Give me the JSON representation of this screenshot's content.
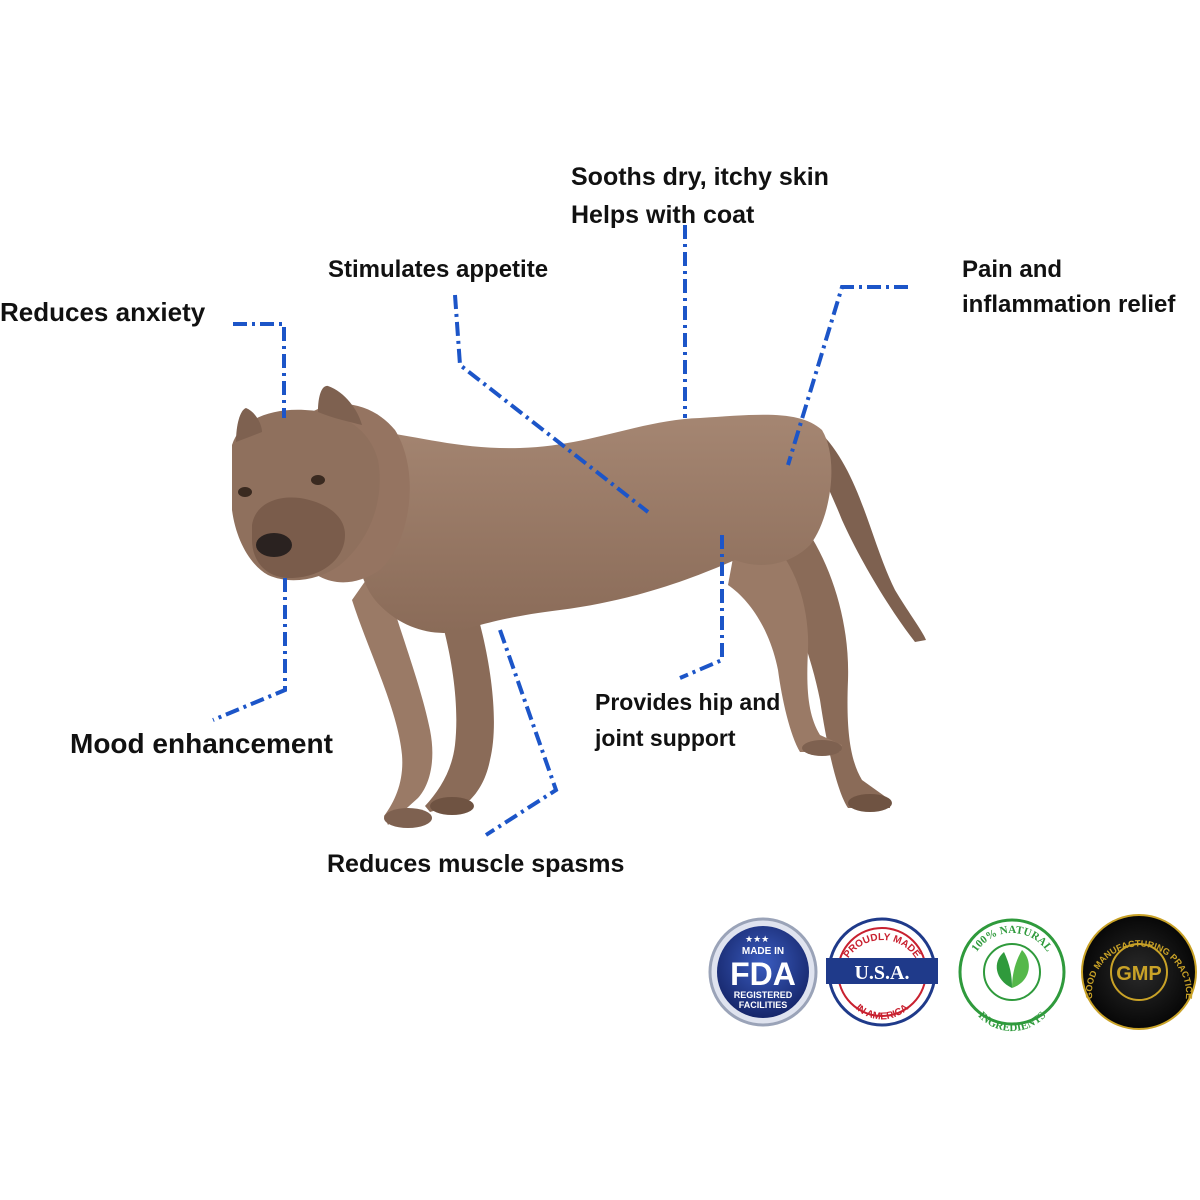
{
  "colors": {
    "leader_line": "#1c55c8",
    "text": "#111111",
    "dog_body": "#9a7a66",
    "dog_shadow": "#7e6150",
    "fda_blue": "#1f3a8a",
    "usa_red": "#c8202f",
    "natural_green": "#2f9a3c",
    "gmp_gold": "#c9a227"
  },
  "dog": {
    "icon": "dog-illustration"
  },
  "callouts": [
    {
      "id": "reduces-anxiety",
      "lines": [
        "Reduces anxiety"
      ]
    },
    {
      "id": "stimulates-appetite",
      "lines": [
        "Stimulates appetite"
      ]
    },
    {
      "id": "skin-coat",
      "lines": [
        "Sooths dry, itchy skin",
        "Helps with coat"
      ]
    },
    {
      "id": "pain-relief",
      "lines": [
        "Pain and",
        "inflammation relief"
      ]
    },
    {
      "id": "mood-enhancement",
      "lines": [
        "Mood enhancement"
      ]
    },
    {
      "id": "hip-joint",
      "lines": [
        "Provides hip and",
        "joint support"
      ]
    },
    {
      "id": "muscle-spasms",
      "lines": [
        "Reduces muscle spasms"
      ]
    }
  ],
  "badges": {
    "fda": {
      "icon": "fda-badge",
      "top": "MADE IN",
      "main": "FDA",
      "bottom1": "REGISTERED",
      "bottom2": "FACILITIES"
    },
    "usa": {
      "icon": "usa-badge",
      "top": "PROUDLY MADE",
      "main": "U.S.A.",
      "bottom": "IN AMERICA"
    },
    "natural": {
      "icon": "natural-badge",
      "top": "100% NATURAL",
      "bottom": "INGREDIENTS"
    },
    "gmp": {
      "icon": "gmp-badge",
      "ring": "GOOD MANUFACTURING PRACTICE",
      "main": "GMP"
    }
  }
}
